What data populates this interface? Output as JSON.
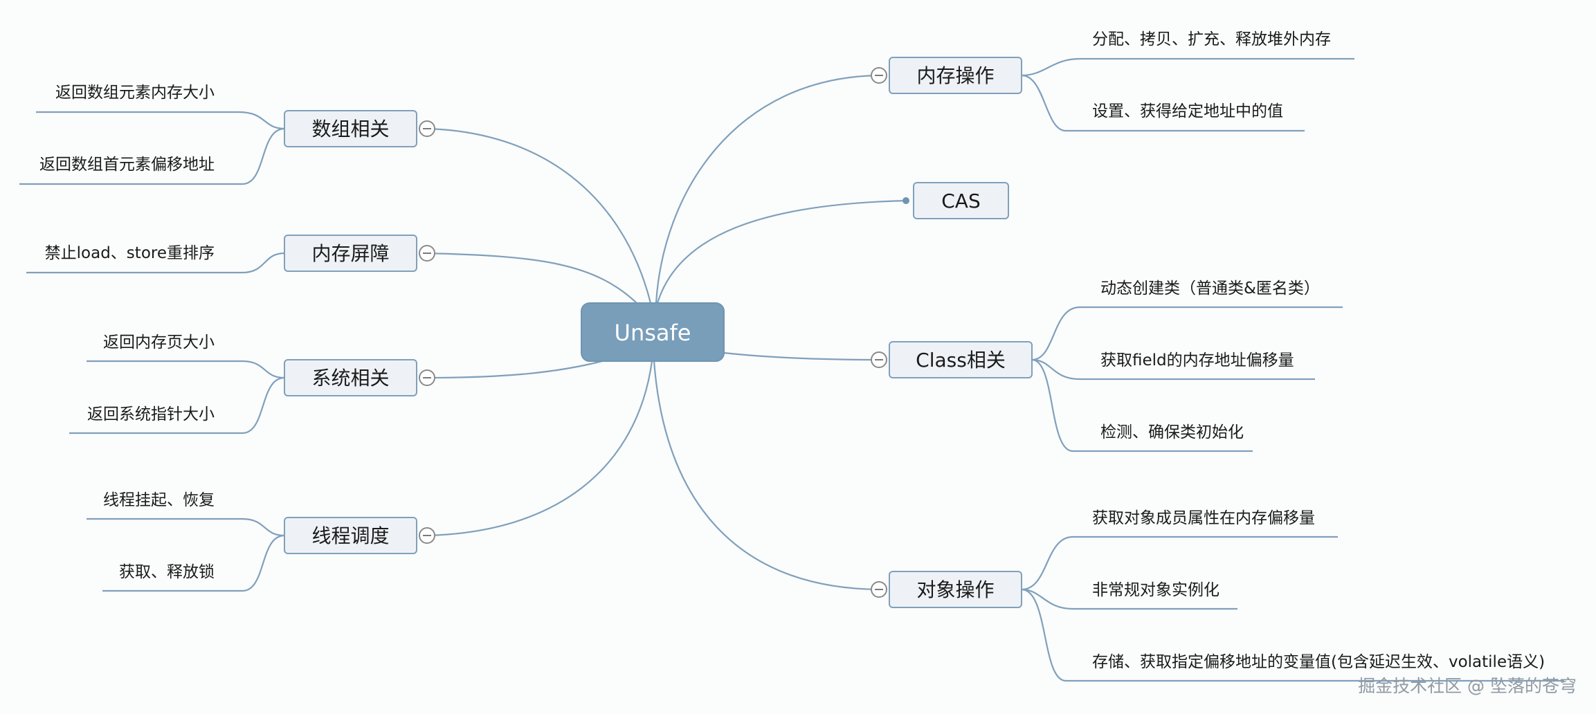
{
  "root": {
    "label": "Unsafe"
  },
  "branches": {
    "memory_ops": {
      "label": "内存操作",
      "leaves": [
        "分配、拷贝、扩充、释放堆外内存",
        "设置、获得给定地址中的值"
      ]
    },
    "cas": {
      "label": "CAS",
      "leaves": []
    },
    "class_related": {
      "label": "Class相关",
      "leaves": [
        "动态创建类（普通类&匿名类）",
        "获取field的内存地址偏移量",
        "检测、确保类初始化"
      ]
    },
    "object_ops": {
      "label": "对象操作",
      "leaves": [
        "获取对象成员属性在内存偏移量",
        "非常规对象实例化",
        "存储、获取指定偏移地址的变量值(包含延迟生效、volatile语义)"
      ]
    },
    "array_related": {
      "label": "数组相关",
      "leaves": [
        "返回数组元素内存大小",
        "返回数组首元素偏移地址"
      ]
    },
    "memory_barrier": {
      "label": "内存屏障",
      "leaves": [
        "禁止load、store重排序"
      ]
    },
    "system_related": {
      "label": "系统相关",
      "leaves": [
        "返回内存页大小",
        "返回系统指针大小"
      ]
    },
    "thread_scheduling": {
      "label": "线程调度",
      "leaves": [
        "线程挂起、恢复",
        "获取、释放锁"
      ]
    }
  },
  "watermark": "掘金技术社区 @ 坠落的苍穹"
}
